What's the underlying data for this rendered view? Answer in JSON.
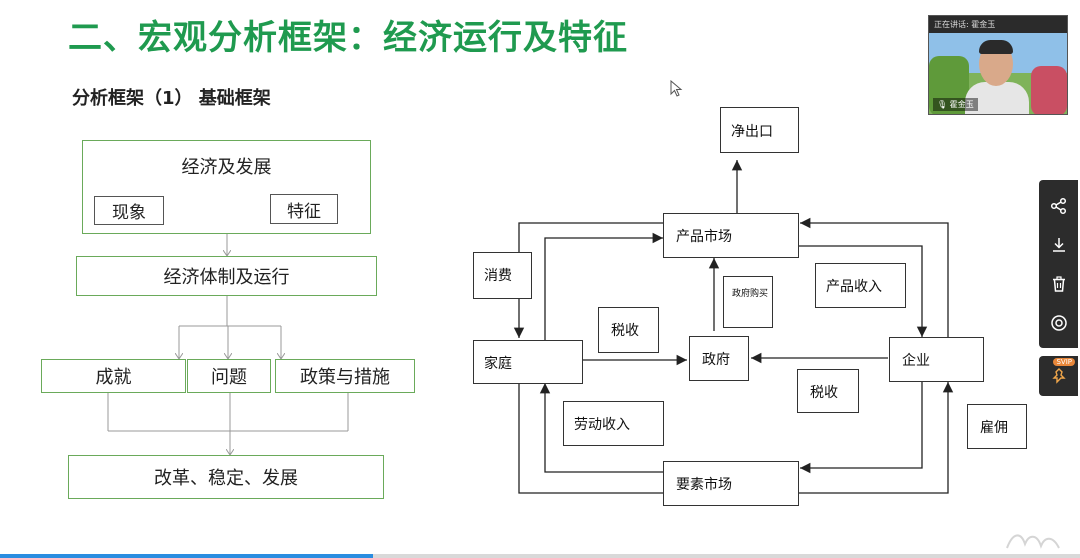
{
  "slide": {
    "title": "二、宏观分析框架：经济运行及特征",
    "subtitle": "分析框架（1） 基础框架",
    "left_diagram": {
      "top_box": "经济及发展",
      "phenomenon": "现象",
      "feature": "特征",
      "system": "经济体制及运行",
      "achievement": "成就",
      "problem": "问题",
      "policy": "政策与措施",
      "reform": "改革、稳定、发展"
    },
    "right_diagram": {
      "net_export": "净出口",
      "product_market": "产品市场",
      "consumption": "消费",
      "product_income": "产品收入",
      "gov_purchase": "政府购买",
      "tax_household": "税收",
      "household": "家庭",
      "government": "政府",
      "enterprise": "企业",
      "tax_enterprise": "税收",
      "labor_income": "劳动收入",
      "employment": "雇佣",
      "factor_market": "要素市场"
    }
  },
  "video": {
    "status": "正在讲话: 霍金玉",
    "speaker": "霍金玉"
  },
  "toolbar": {
    "share": "share-icon",
    "download": "download-icon",
    "delete": "trash-icon",
    "view": "eye-icon",
    "svip_badge": "SVIP"
  },
  "progress": {
    "played_fraction": 0.345
  },
  "colors": {
    "title": "#1f9a4f",
    "box_border": "#6aaa5a",
    "accent": "#2a8de0"
  }
}
